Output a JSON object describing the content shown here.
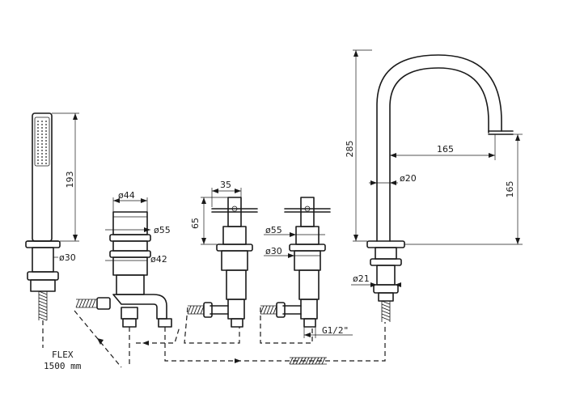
{
  "labels": {
    "hand_shower_height": "193",
    "hand_shower_base_dia": "ø30",
    "diverter_top_dia": "ø44",
    "diverter_flange_dia": "ø55",
    "diverter_body_dia": "ø42",
    "handle_width": "35",
    "handle_height": "65",
    "valve_flange_dia": "ø55",
    "valve_body_dia": "ø30",
    "thread": "G1/2\"",
    "spout_height": "285",
    "spout_reach": "165",
    "spout_drop": "165",
    "spout_pipe_dia": "ø20",
    "spout_shank_dia": "ø21",
    "flex_label": "FLEX",
    "flex_length": "1500 mm"
  },
  "colors": {
    "line": "#1a1a1a",
    "background": "#ffffff"
  }
}
